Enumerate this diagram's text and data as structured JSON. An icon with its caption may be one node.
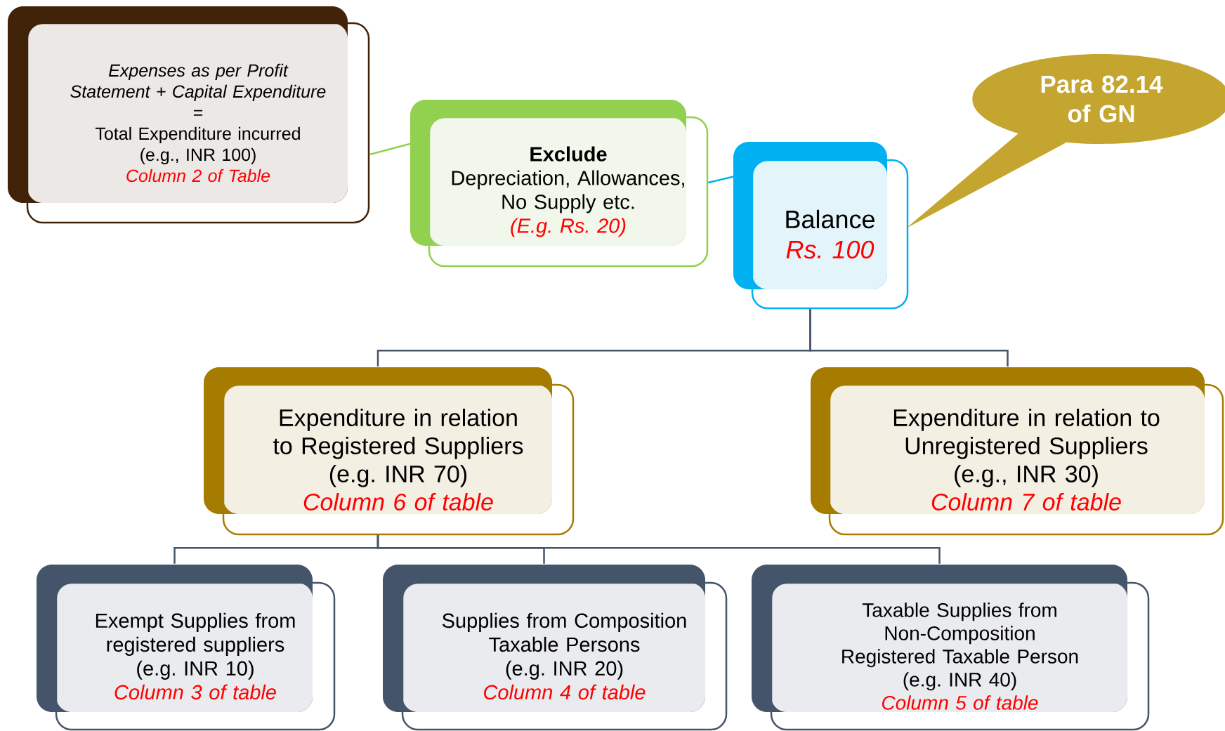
{
  "diagram": {
    "nodes": [
      {
        "text": [
          "Expenses as per Profit Statement + Capital Expenditure",
          "=",
          "Total Expenditure incurred",
          "(e.g., INR 100)",
          "Column 2 of Table"
        ]
      },
      {
        "text": [
          "Exclude",
          "Depreciation, Allowances, No Supply etc.",
          "(E.g. Rs. 20)"
        ]
      },
      {
        "text": [
          "Balance",
          "Rs. 100"
        ]
      },
      {
        "text": [
          "Para 82.14 of GN"
        ]
      },
      {
        "text": [
          "Expenditure in relation to Registered Suppliers",
          "(e.g. INR 70)",
          "Column 6 of table"
        ]
      },
      {
        "text": [
          "Expenditure in relation to Unregistered Suppliers",
          "(e.g., INR 30)",
          "Column 7 of table"
        ]
      },
      {
        "text": [
          "Exempt Supplies from registered suppliers",
          "(e.g. INR 10)",
          "Column 3 of table"
        ]
      },
      {
        "text": [
          "Supplies from Composition Taxable Persons",
          "(e.g. INR 20)",
          "Column 4 of table"
        ]
      },
      {
        "text": [
          "Taxable Supplies from Non-Composition Registered Taxable Person",
          "(e.g. INR 40)",
          "Column 5 of table"
        ]
      }
    ],
    "edges": [
      {
        "from": 0,
        "to": 1,
        "arrow": "none",
        "color": "#92d050"
      },
      {
        "from": 1,
        "to": 2,
        "arrow": "none",
        "color": "#00b0f0"
      },
      {
        "from": 2,
        "to": 4,
        "arrow": "none"
      },
      {
        "from": 2,
        "to": 5,
        "arrow": "none"
      },
      {
        "from": 4,
        "to": 6,
        "arrow": "none"
      },
      {
        "from": 4,
        "to": 7,
        "arrow": "none"
      },
      {
        "from": 4,
        "to": 8,
        "arrow": "none"
      }
    ]
  }
}
